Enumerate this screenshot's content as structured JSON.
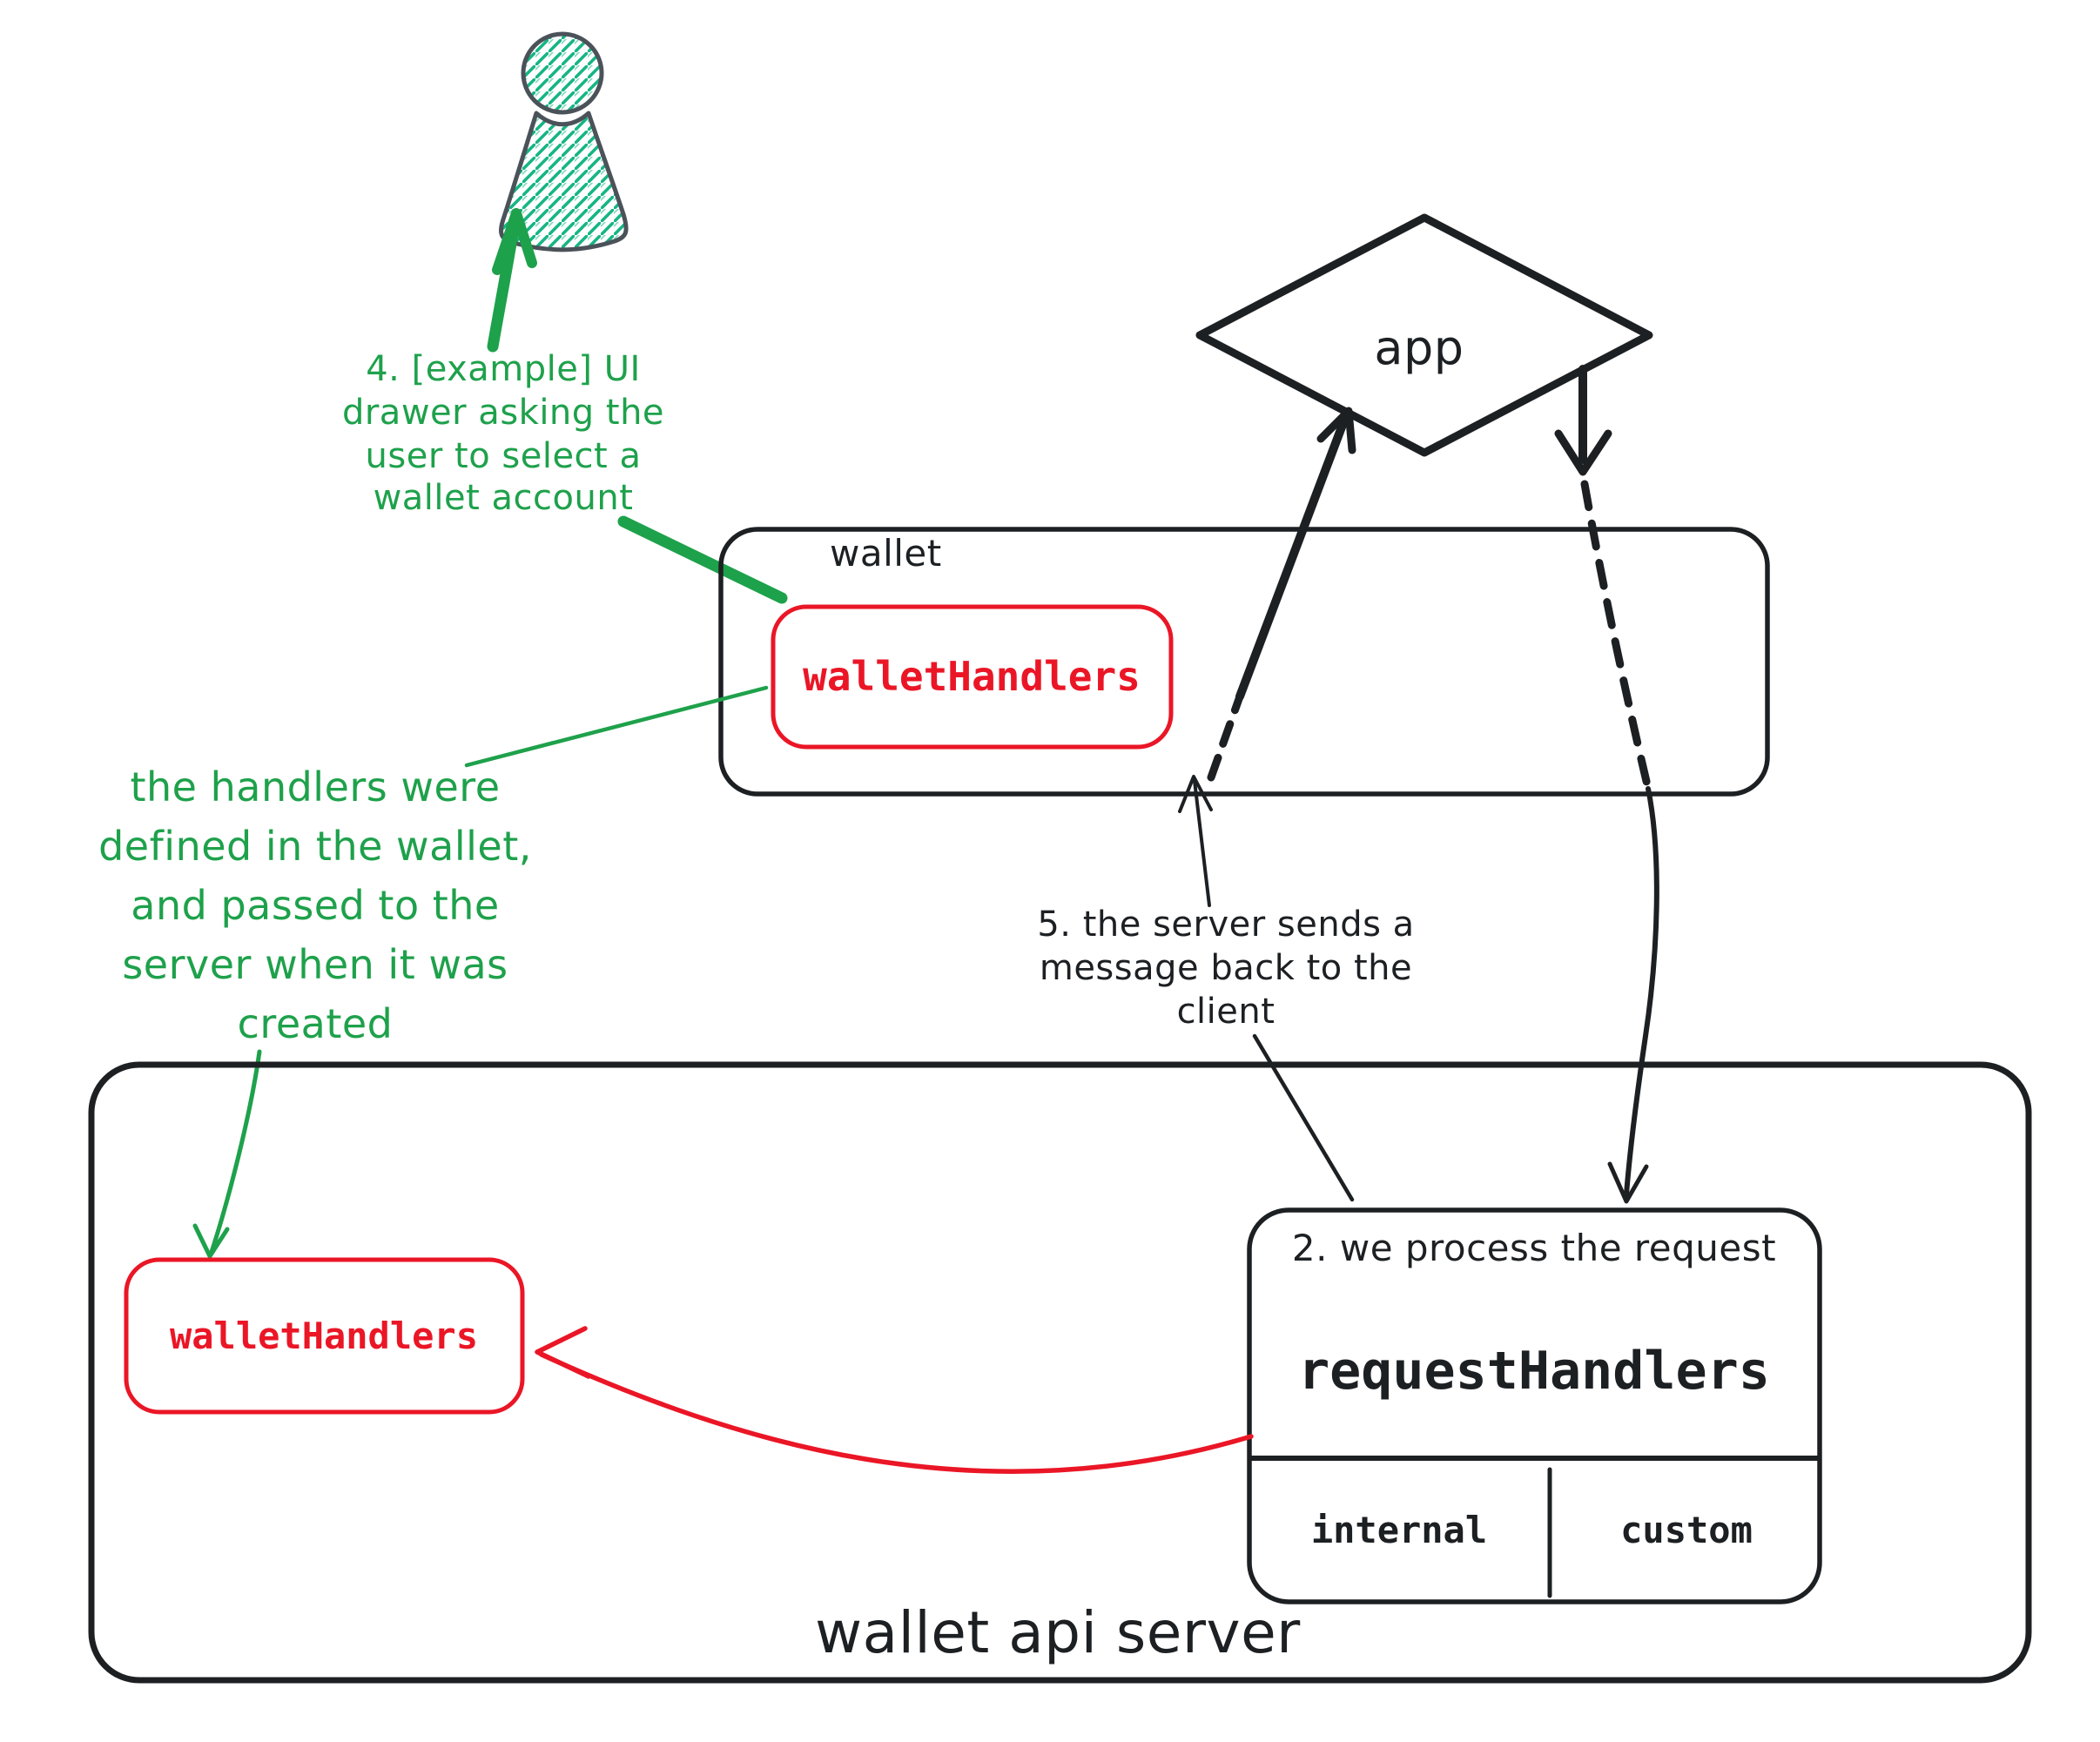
{
  "colors": {
    "ink": "#1d2023",
    "red": "#ea1626",
    "green": "#1ea14b",
    "teal": "#16b584",
    "outline": "#4b5259",
    "bg": "#ffffff"
  },
  "app_node": {
    "label": "app"
  },
  "wallet_box": {
    "label": "wallet",
    "handlers_label": "walletHandlers"
  },
  "server_box": {
    "label": "wallet api server",
    "handlers_label": "walletHandlers",
    "request_box": {
      "caption": "2. we process the request",
      "label": "requestHandlers",
      "cells": [
        "internal",
        "custom"
      ]
    }
  },
  "annotations": {
    "example_ui": {
      "lines": [
        "4. [example] UI",
        "drawer asking the",
        "user to select a",
        "wallet account"
      ]
    },
    "handlers_note": {
      "lines": [
        "the handlers were",
        "defined in the wallet,",
        "and passed to the",
        "server when it was",
        "created"
      ]
    },
    "server_sends": {
      "lines": [
        "5. the server sends a",
        "message back to the",
        "client"
      ]
    }
  }
}
